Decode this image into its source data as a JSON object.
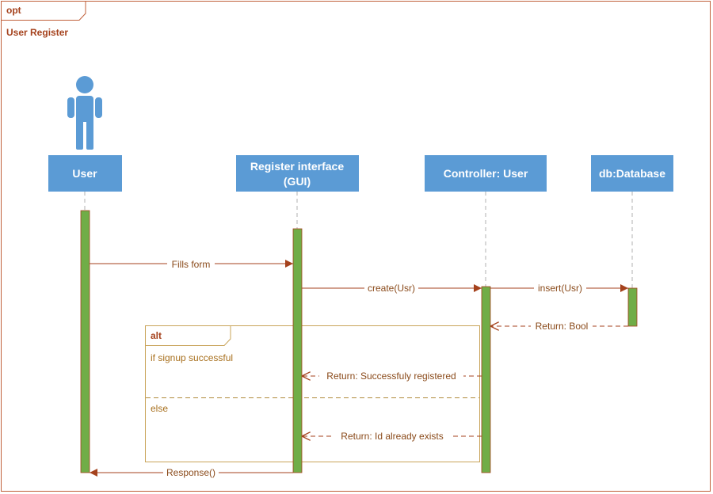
{
  "frame": {
    "operator": "opt",
    "title": "User Register"
  },
  "participants": [
    {
      "id": "user",
      "label": "User",
      "actor": true
    },
    {
      "id": "gui",
      "label_lines": [
        "Register interface",
        "(GUI)"
      ]
    },
    {
      "id": "controller",
      "label": "Controller: User"
    },
    {
      "id": "db",
      "label": "db:Database"
    }
  ],
  "messages": [
    {
      "id": "fills-form",
      "label": "Fills form",
      "from": "user",
      "to": "gui",
      "kind": "sync"
    },
    {
      "id": "create",
      "label": "create(Usr)",
      "from": "gui",
      "to": "controller",
      "kind": "sync"
    },
    {
      "id": "insert",
      "label": "insert(Usr)",
      "from": "controller",
      "to": "db",
      "kind": "sync"
    },
    {
      "id": "return-bool",
      "label": "Return: Bool",
      "from": "db",
      "to": "controller",
      "kind": "return"
    },
    {
      "id": "return-success",
      "label": "Return: Successfuly registered",
      "from": "controller",
      "to": "gui",
      "kind": "return"
    },
    {
      "id": "return-exists",
      "label": "Return: Id already exists",
      "from": "controller",
      "to": "gui",
      "kind": "return"
    },
    {
      "id": "response",
      "label": "Response()",
      "from": "gui",
      "to": "user",
      "kind": "sync"
    }
  ],
  "alt": {
    "operator": "alt",
    "guards": [
      "if signup successful",
      "else"
    ]
  },
  "colors": {
    "frame": "#c0603a",
    "participant_fill": "#5b9bd5",
    "actor_fill": "#5b9bd5",
    "activation_fill": "#70ad47",
    "activation_stroke": "#a5421d",
    "message": "#a5421d",
    "lifeline": "#b0b0b0",
    "alt_frame": "#c9a45a"
  }
}
